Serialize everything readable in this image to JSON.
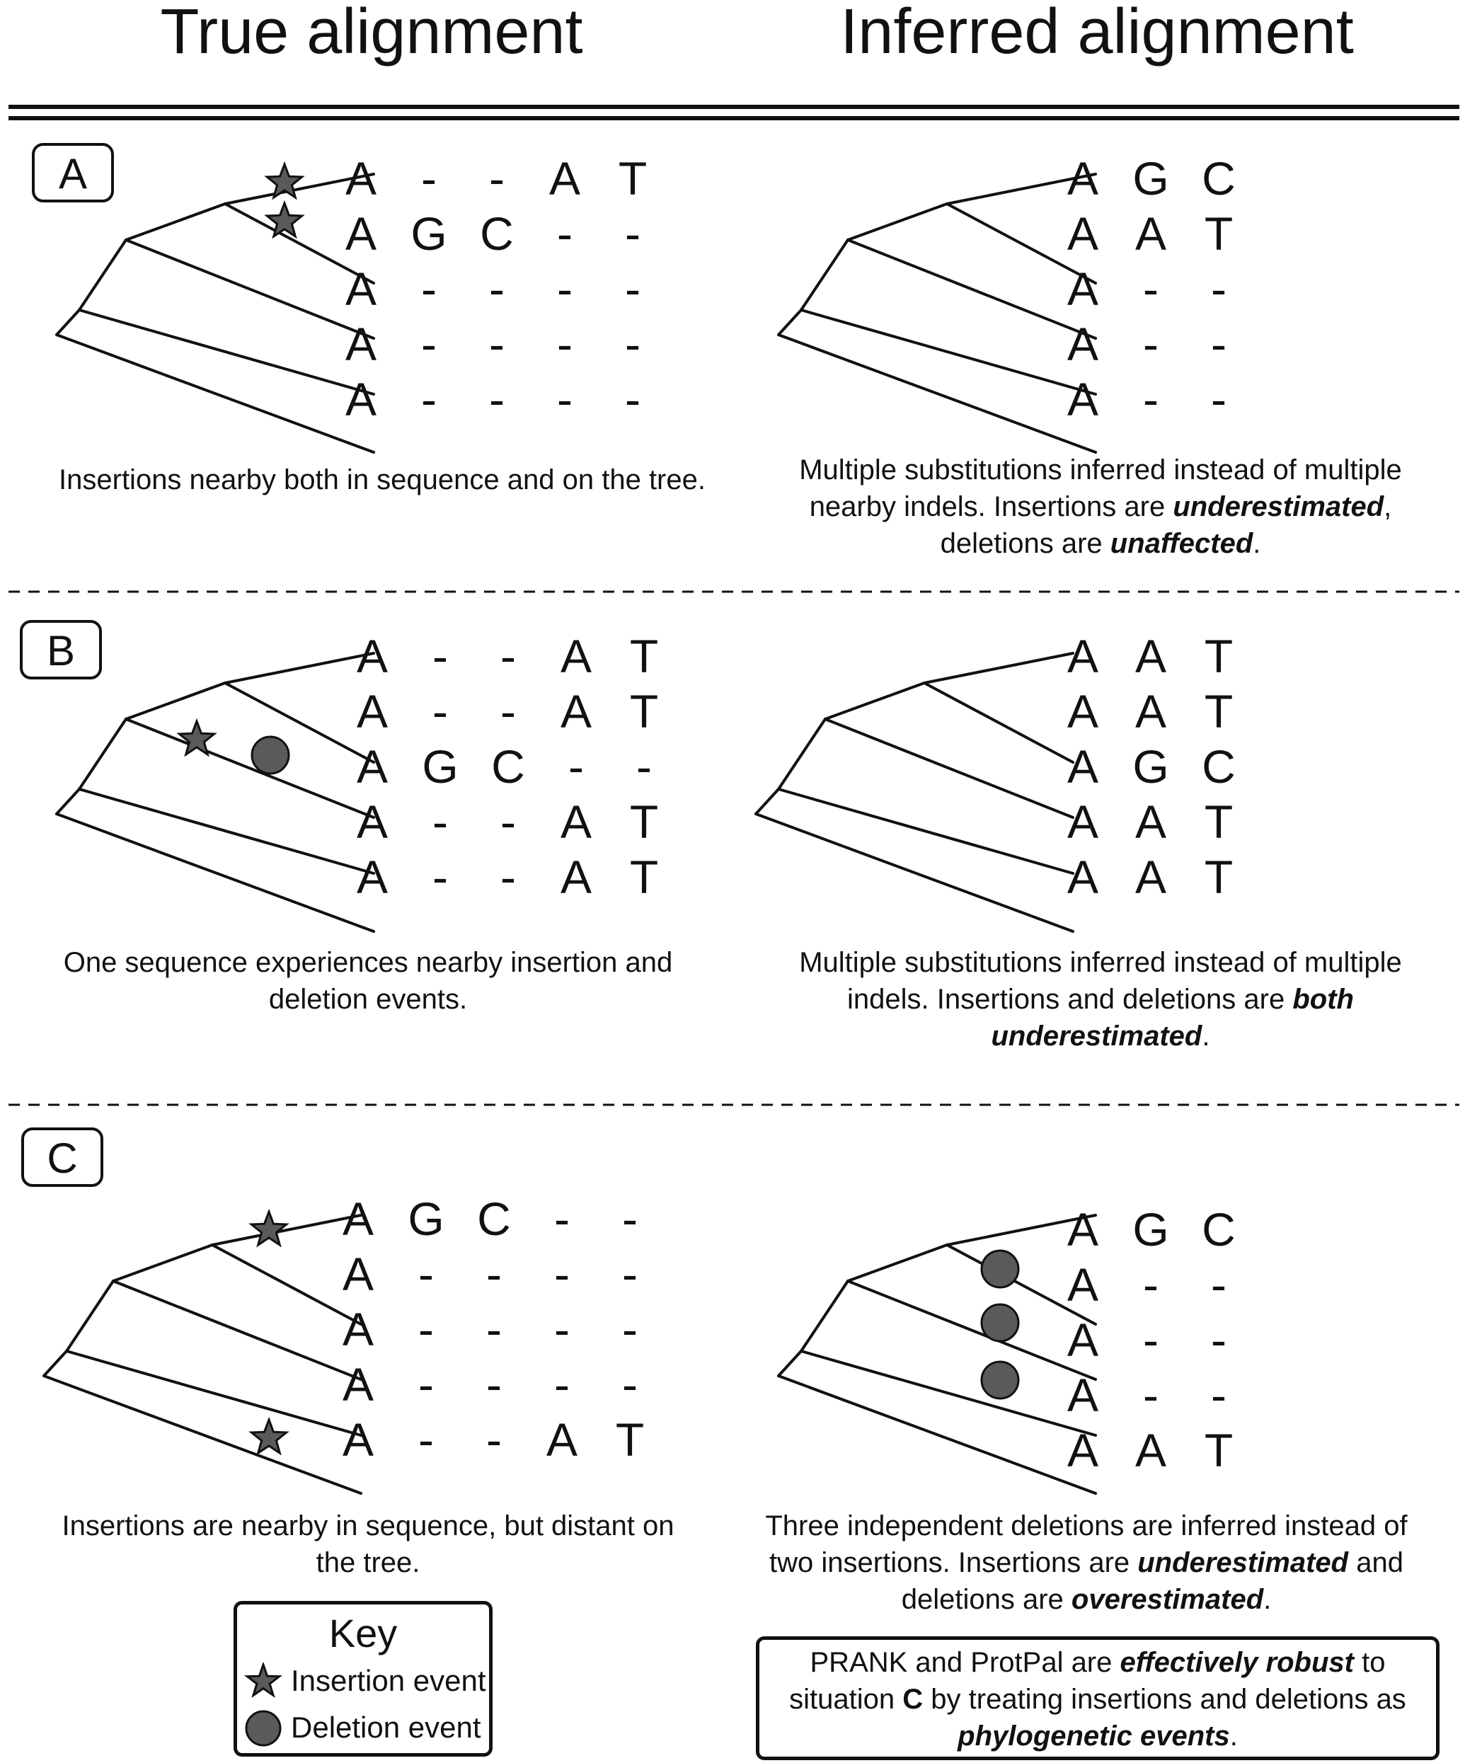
{
  "headers": {
    "true": "True alignment",
    "inferred": "Inferred alignment"
  },
  "panels": [
    {
      "label": "A",
      "true_rows": [
        [
          "A",
          "-",
          "-",
          "A",
          "T"
        ],
        [
          "A",
          "G",
          "C",
          "-",
          "-"
        ],
        [
          "A",
          "-",
          "-",
          "-",
          "-"
        ],
        [
          "A",
          "-",
          "-",
          "-",
          "-"
        ],
        [
          "A",
          "-",
          "-",
          "-",
          "-"
        ]
      ],
      "inferred_rows": [
        [
          "A",
          "G",
          "C"
        ],
        [
          "A",
          "A",
          "T"
        ],
        [
          "A",
          "-",
          "-"
        ],
        [
          "A",
          "-",
          "-"
        ],
        [
          "A",
          "-",
          "-"
        ]
      ],
      "true_caption": [
        "Insertions nearby both in sequence and on the tree."
      ],
      "inferred_caption": [
        "Multiple substitutions inferred instead of multiple",
        "nearby indels.  Insertions are ",
        "underestimated",
        ",",
        "deletions are ",
        "unaffected",
        "."
      ]
    },
    {
      "label": "B",
      "true_rows": [
        [
          "A",
          "-",
          "-",
          "A",
          "T"
        ],
        [
          "A",
          "-",
          "-",
          "A",
          "T"
        ],
        [
          "A",
          "G",
          "C",
          "-",
          "-"
        ],
        [
          "A",
          "-",
          "-",
          "A",
          "T"
        ],
        [
          "A",
          "-",
          "-",
          "A",
          "T"
        ]
      ],
      "inferred_rows": [
        [
          "A",
          "A",
          "T"
        ],
        [
          "A",
          "A",
          "T"
        ],
        [
          "A",
          "G",
          "C"
        ],
        [
          "A",
          "A",
          "T"
        ],
        [
          "A",
          "A",
          "T"
        ]
      ],
      "true_caption": [
        "One sequence experiences nearby insertion and",
        "deletion events."
      ],
      "inferred_caption": [
        "Multiple substitutions inferred instead of multiple",
        "indels.   Insertions and deletions are ",
        "both",
        "underestimated",
        "."
      ]
    },
    {
      "label": "C",
      "true_rows": [
        [
          "A",
          "G",
          "C",
          "-",
          "-"
        ],
        [
          "A",
          "-",
          "-",
          "-",
          "-"
        ],
        [
          "A",
          "-",
          "-",
          "-",
          "-"
        ],
        [
          "A",
          "-",
          "-",
          "-",
          "-"
        ],
        [
          "A",
          "-",
          "-",
          "A",
          "T"
        ]
      ],
      "inferred_rows": [
        [
          "A",
          "G",
          "C"
        ],
        [
          "A",
          "-",
          "-"
        ],
        [
          "A",
          "-",
          "-"
        ],
        [
          "A",
          "-",
          "-"
        ],
        [
          "A",
          "A",
          "T"
        ]
      ],
      "true_caption": [
        "Insertions are nearby in sequence, but distant on",
        "the tree."
      ],
      "inferred_caption": [
        "Three independent deletions are inferred instead of",
        "two insertions.  Insertions are ",
        "underestimated",
        " and",
        "deletions are ",
        "overestimated",
        "."
      ]
    }
  ],
  "key": {
    "title": "Key",
    "insertion": "Insertion event",
    "deletion": "Deletion event"
  },
  "note": {
    "l1a": "PRANK and ProtPal are ",
    "l1b": "effectively robust",
    "l1c": " to",
    "l2a": "situation ",
    "l2b": "C",
    "l2c": " by treating insertions and deletions as",
    "l3a": "phylogenetic events",
    "l3b": "."
  },
  "colors": {
    "line": "#111111",
    "marker_fill": "#5a5a5a"
  }
}
